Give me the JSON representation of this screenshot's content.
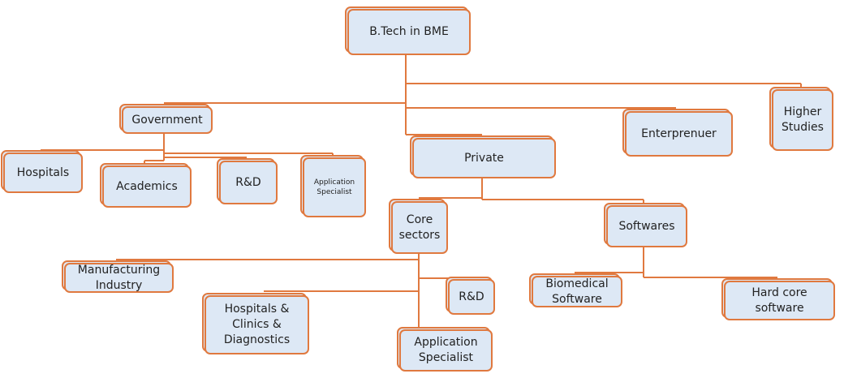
{
  "diagram": {
    "type": "org-chart",
    "root": "B.Tech in BME",
    "accent_color": "#E0793F",
    "box_fill": "#DDE8F5",
    "nodes": {
      "root": {
        "label": "B.Tech in BME"
      },
      "government": {
        "label": "Government",
        "parent": "root"
      },
      "private": {
        "label": "Private",
        "parent": "root"
      },
      "entrepreneur": {
        "label": "Enterprenuer",
        "parent": "root"
      },
      "higher_studies": {
        "label": "Higher\nStudies",
        "parent": "root"
      },
      "gov_hospitals": {
        "label": "Hospitals",
        "parent": "government"
      },
      "gov_academics": {
        "label": "Academics",
        "parent": "government"
      },
      "gov_rnd": {
        "label": "R&D",
        "parent": "government"
      },
      "gov_app_specialist": {
        "label": "Application\nSpecialist",
        "parent": "government"
      },
      "core_sectors": {
        "label": "Core\nsectors",
        "parent": "private"
      },
      "softwares": {
        "label": "Softwares",
        "parent": "private"
      },
      "manufacturing": {
        "label": "Manufacturing\nIndustry",
        "parent": "core_sectors"
      },
      "hospitals_clinics": {
        "label": "Hospitals &\nClinics &\nDiagnostics",
        "parent": "core_sectors"
      },
      "core_rnd": {
        "label": "R&D",
        "parent": "core_sectors"
      },
      "core_app_specialist": {
        "label": "Application\nSpecialist",
        "parent": "core_sectors"
      },
      "biomedical_software": {
        "label": "Biomedical\nSoftware",
        "parent": "softwares"
      },
      "hardcore_software": {
        "label": "Hard core\nsoftware",
        "parent": "softwares"
      }
    }
  }
}
